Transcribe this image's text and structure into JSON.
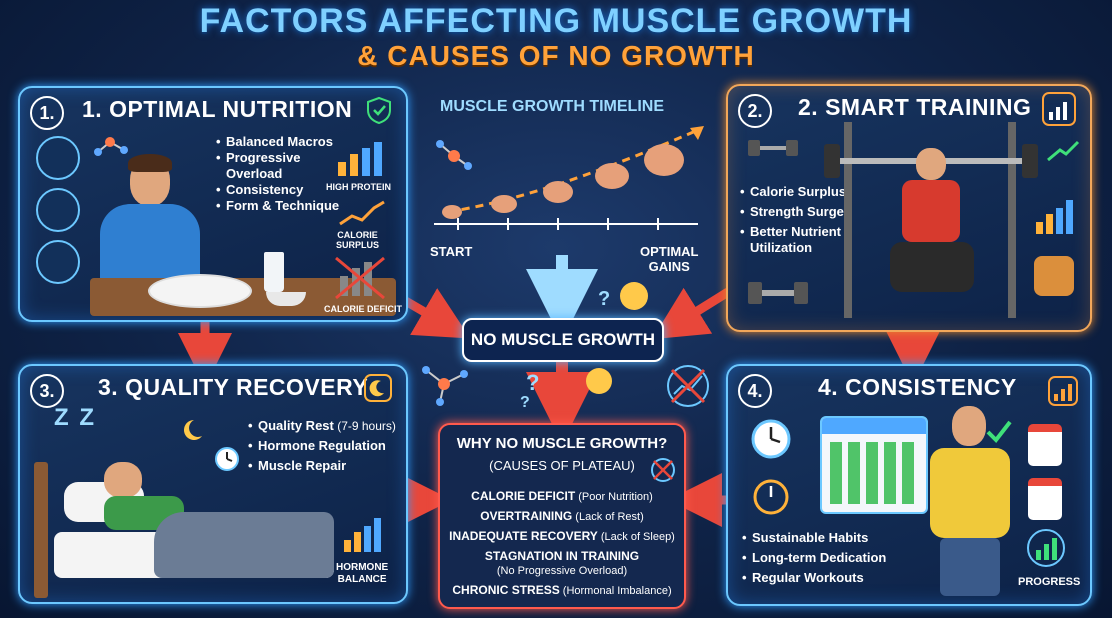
{
  "title": {
    "line1": "FACTORS AFFECTING MUSCLE GROWTH",
    "line2": "& CAUSES OF NO GROWTH"
  },
  "panel1": {
    "num": "1.",
    "title": "1. OPTIMAL NUTRITION",
    "bullets": [
      "Balanced Macros",
      "Progressive\nOverload",
      "Consistency",
      "Form & Technique"
    ],
    "labels": {
      "high_protein": "HIGH PROTEIN",
      "calorie_surplus": "CALORIE\nSURPLUS",
      "calorie_deficit": "CALORIE DEFICIT"
    }
  },
  "timeline": {
    "title": "MUSCLE GROWTH TIMELINE",
    "start": "START",
    "end": "OPTIMAL\nGAINS"
  },
  "panel2": {
    "num": "2.",
    "title": "2. SMART TRAINING",
    "bullets": [
      "Calorie Surplus",
      "Strength Surges",
      "Better Nutrient\nUtilization"
    ]
  },
  "no_growth": "NO MUSCLE GROWTH",
  "panel3": {
    "num": "3.",
    "title": "3. QUALITY RECOVERY",
    "bullets": [
      {
        "main": "Quality Rest",
        "note": " (7-9 hours)"
      },
      {
        "main": "Hormone Regulation",
        "note": ""
      },
      {
        "main": "Muscle Repair",
        "note": ""
      }
    ],
    "zz": "Z Z",
    "label": "HORMONE\nBALANCE"
  },
  "causes": {
    "title": "WHY NO MUSCLE GROWTH?",
    "subtitle": "(CAUSES OF PLATEAU)",
    "items": [
      {
        "main": "CALORIE DEFICIT",
        "note": " (Poor Nutrition)"
      },
      {
        "main": "OVERTRAINING",
        "note": " (Lack of Rest)"
      },
      {
        "main": "INADEQUATE RECOVERY",
        "note": " (Lack of Sleep)"
      },
      {
        "main": "STAGNATION IN TRAINING",
        "note": "(No Progressive Overload)"
      },
      {
        "main": "CHRONIC STRESS",
        "note": " (Hormonal Imbalance)"
      }
    ]
  },
  "panel4": {
    "num": "4.",
    "title": "4. CONSISTENCY",
    "bullets": [
      "Sustainable Habits",
      "Long-term Dedication",
      "Regular Workouts"
    ],
    "label": "PROGRESS"
  },
  "colors": {
    "blue_glow": "#6cc8ff",
    "orange": "#ffa23a",
    "red": "#e8473a",
    "title_blue": "#7fd0ff"
  }
}
